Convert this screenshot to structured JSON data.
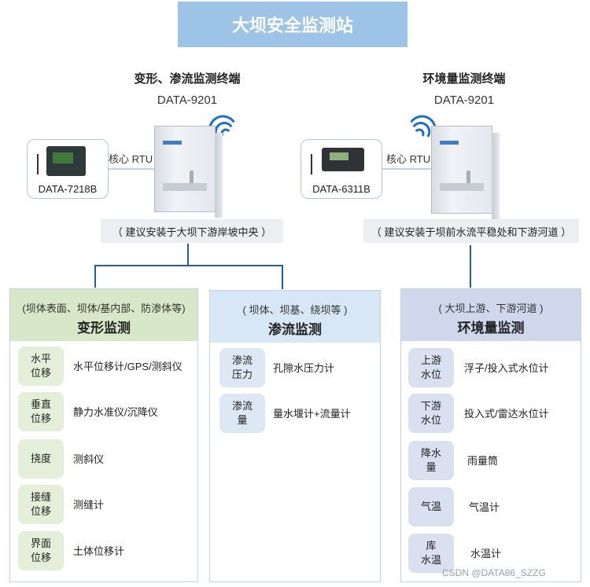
{
  "header": {
    "title": "大坝安全监测站"
  },
  "stations": [
    {
      "title": "变形、渗流监测终端",
      "model": "DATA-9201",
      "rtu_label": "核心 RTU",
      "device": "DATA-7218B",
      "note": "（ 建议安装于大坝下游岸坡中央 ）"
    },
    {
      "title": "环境量监测终端",
      "model": "DATA-9201",
      "rtu_label": "核心 RTU",
      "device": "DATA-6311B",
      "note": "（ 建议安装于坝前水流平稳处和下游河道 ）"
    }
  ],
  "panels": [
    {
      "subtitle": "(坝体表面、坝体/基内部、防渗体等)",
      "title": "变形监测",
      "head_color": "#d6e8c7",
      "tag_color": "#e3efd8",
      "rows": [
        {
          "tag": "水平\n位移",
          "text": "水平位移计/GPS/测斜仪"
        },
        {
          "tag": "垂直\n位移",
          "text": "静力水准仪/沉降仪"
        },
        {
          "tag": "挠度",
          "text": "测斜仪"
        },
        {
          "tag": "接缝\n位移",
          "text": "测缝计"
        },
        {
          "tag": "界面\n位移",
          "text": "土体位移计"
        }
      ]
    },
    {
      "subtitle": "( 坝体、坝基、绕坝等 )",
      "title": "渗流监测",
      "head_color": "#d7e7f5",
      "tag_color": "#dce9f5",
      "rows": [
        {
          "tag": "渗流\n压力",
          "text": "孔隙水压力计"
        },
        {
          "tag": "渗流\n量",
          "text": "量水堰计+流量计"
        }
      ]
    },
    {
      "subtitle": "( 大坝上游、下游河道 )",
      "title": "环境量监测",
      "head_color": "#ced7ec",
      "tag_color": "#d9e1f1",
      "rows": [
        {
          "tag": "上游\n水位",
          "text": "浮子/投入式水位计"
        },
        {
          "tag": "下游\n水位",
          "text": "投入式/雷达水位计"
        },
        {
          "tag": "降水\n量",
          "text": "雨量筒"
        },
        {
          "tag": "气温",
          "text": "气温计"
        },
        {
          "tag": "库\n水温",
          "text": "水温计"
        }
      ]
    }
  ],
  "colors": {
    "connector": "#1f5fa8",
    "wifi": "#1f6fc8"
  },
  "watermark": "CSDN @DATA86_SZZG"
}
